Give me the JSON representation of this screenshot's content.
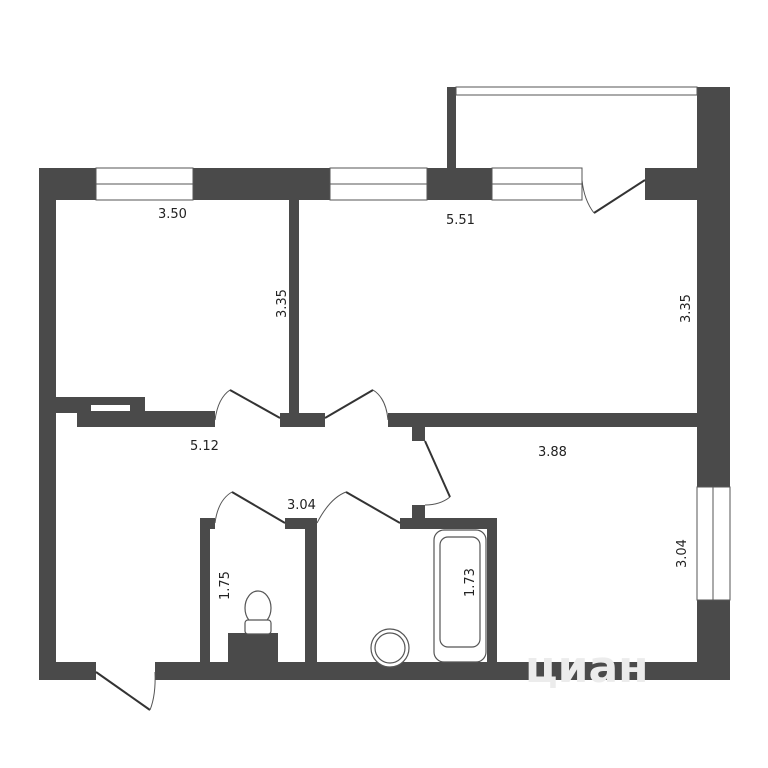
{
  "plan": {
    "dimensions": {
      "room1_width": "3.50",
      "room1_depth": "3.35",
      "room2_width": "5.51",
      "room2_depth": "3.35",
      "hall_length": "5.12",
      "room3_width": "3.88",
      "room3_depth": "3.04",
      "corridor_width": "3.04",
      "toilet_depth": "1.75",
      "bath_depth": "1.73"
    },
    "watermark": "циан",
    "wall_color": "#4a4a4a"
  }
}
